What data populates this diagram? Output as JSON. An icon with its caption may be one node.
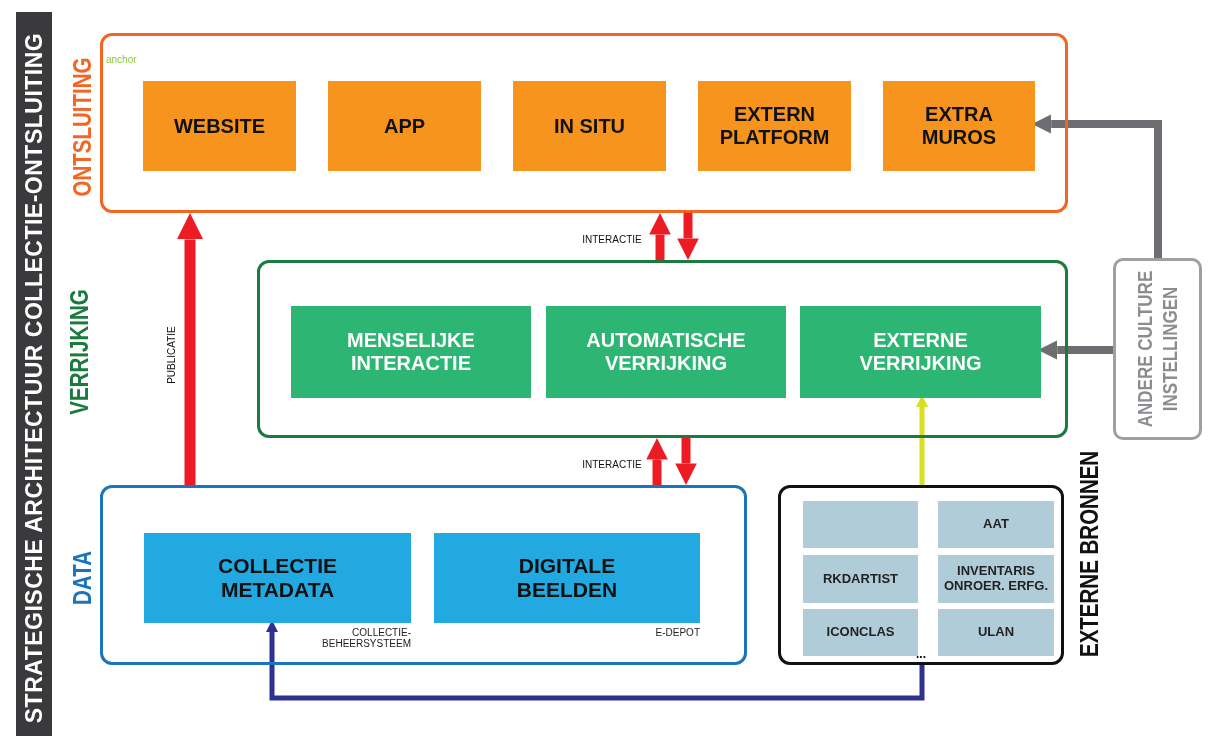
{
  "diagram": {
    "title": "STRATEGISCHE ARCHITECTUUR COLLECTIE-ONTSLUITING",
    "nodes": [
      {
        "text": [
          "ONTSLUITING"
        ]
      },
      {
        "text": [
          "WEBSITE"
        ],
        "in": 0
      },
      {
        "text": [
          "APP"
        ],
        "in": 0
      },
      {
        "text": [
          "IN SITU"
        ],
        "in": 0
      },
      {
        "text": [
          "EXTERN PLATFORM"
        ],
        "in": 0
      },
      {
        "text": [
          "EXTRA MUROS"
        ],
        "in": 0
      },
      {
        "text": [],
        "shape": "box"
      },
      {
        "text": [
          "MENSELIJKE INTERACTIE"
        ],
        "in": 6
      },
      {
        "text": [
          "AUTOMATISCHE VERRIJKING"
        ],
        "in": 6
      },
      {
        "text": [
          "EXTERNE VERRIJKING"
        ],
        "in": 6
      },
      {
        "text": [
          "DATA"
        ]
      },
      {
        "text": [
          "COLLECTIE METADATA"
        ],
        "in": 10,
        "beside": [
          "COLLECTIE- BEHEERSYSTEEM"
        ]
      },
      {
        "text": [
          "DIGITALE BEELDEN"
        ],
        "in": 10,
        "beside": [
          "E-DEPOT"
        ]
      },
      {
        "text": [
          "EXTERNE BRONNEN",
          "..."
        ]
      },
      {
        "text": [],
        "shape": "box",
        "in": 13
      },
      {
        "text": [
          "AAT"
        ],
        "in": 13
      },
      {
        "text": [
          "RKDARTIST"
        ],
        "in": 13
      },
      {
        "text": [
          "INVENTARIS ONROER. ERFG."
        ],
        "in": 13
      },
      {
        "text": [
          "ICONCLAS"
        ],
        "in": 13
      },
      {
        "text": [
          "ULAN"
        ],
        "in": 13
      },
      {
        "text": [
          "ANDERE CULTURE INSTELLINGEN"
        ]
      }
    ],
    "edges": [
      {
        "from": 10,
        "to": 0,
        "arrow": "to",
        "label": "PUBLICATIE"
      },
      {
        "from": 6,
        "to": 0,
        "arrow": "to",
        "label": "INTERACTIE"
      },
      {
        "from": 0,
        "to": 6,
        "arrow": "to"
      },
      {
        "from": 10,
        "to": 6,
        "arrow": "to",
        "label": "INTERACTIE"
      },
      {
        "from": 6,
        "to": 10,
        "arrow": "to"
      },
      {
        "from": 20,
        "to": 5,
        "arrow": "to",
        "color": "#6d6e71"
      },
      {
        "from": 20,
        "to": 9,
        "arrow": "to",
        "color": "#6d6e71"
      },
      {
        "from": 13,
        "to": 9,
        "arrow": "to",
        "color": "#d7df23"
      },
      {
        "from": 13,
        "to": 11,
        "arrow": "to",
        "color": "#2e3192"
      }
    ],
    "labels": [
      "anchor",
      "VERRIJKING"
    ]
  }
}
